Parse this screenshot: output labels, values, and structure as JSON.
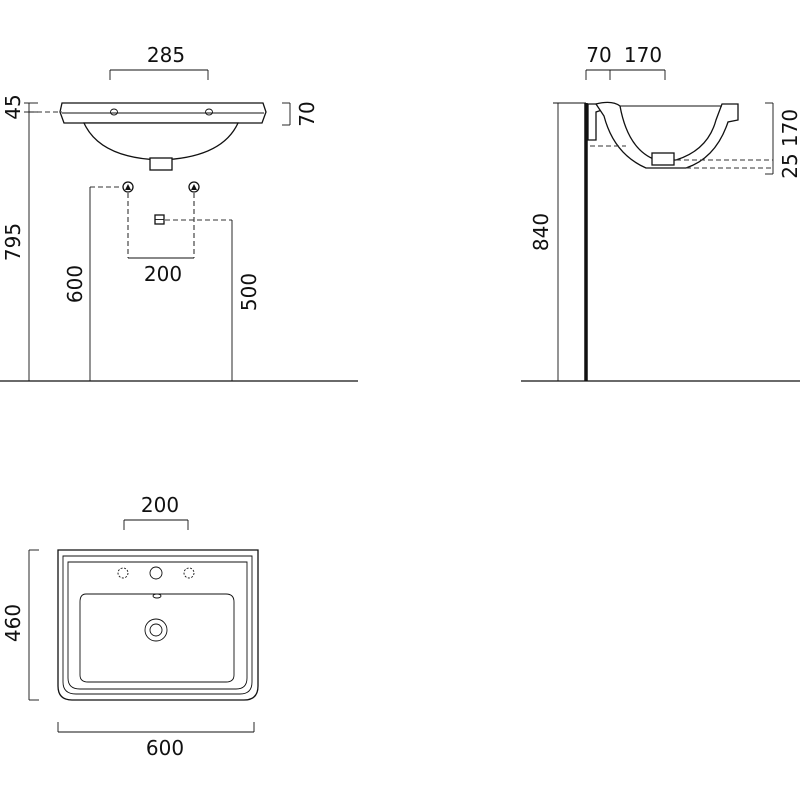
{
  "front_view": {
    "dim_top_width": "285",
    "dim_rim_left": "45",
    "dim_rim_right": "70",
    "dim_overall_height": "795",
    "dim_inlet_spacing": "200",
    "dim_inlet_height": "600",
    "dim_drain_height": "500"
  },
  "side_view": {
    "dim_wall_offset": "70",
    "dim_bowl_depth_top": "170",
    "dim_right_top": "170",
    "dim_right_bottom": "25",
    "dim_height": "840"
  },
  "top_view": {
    "dim_tap_spacing": "200",
    "dim_depth": "460",
    "dim_width": "600"
  },
  "colors": {
    "line": "#111111",
    "background": "#ffffff"
  }
}
